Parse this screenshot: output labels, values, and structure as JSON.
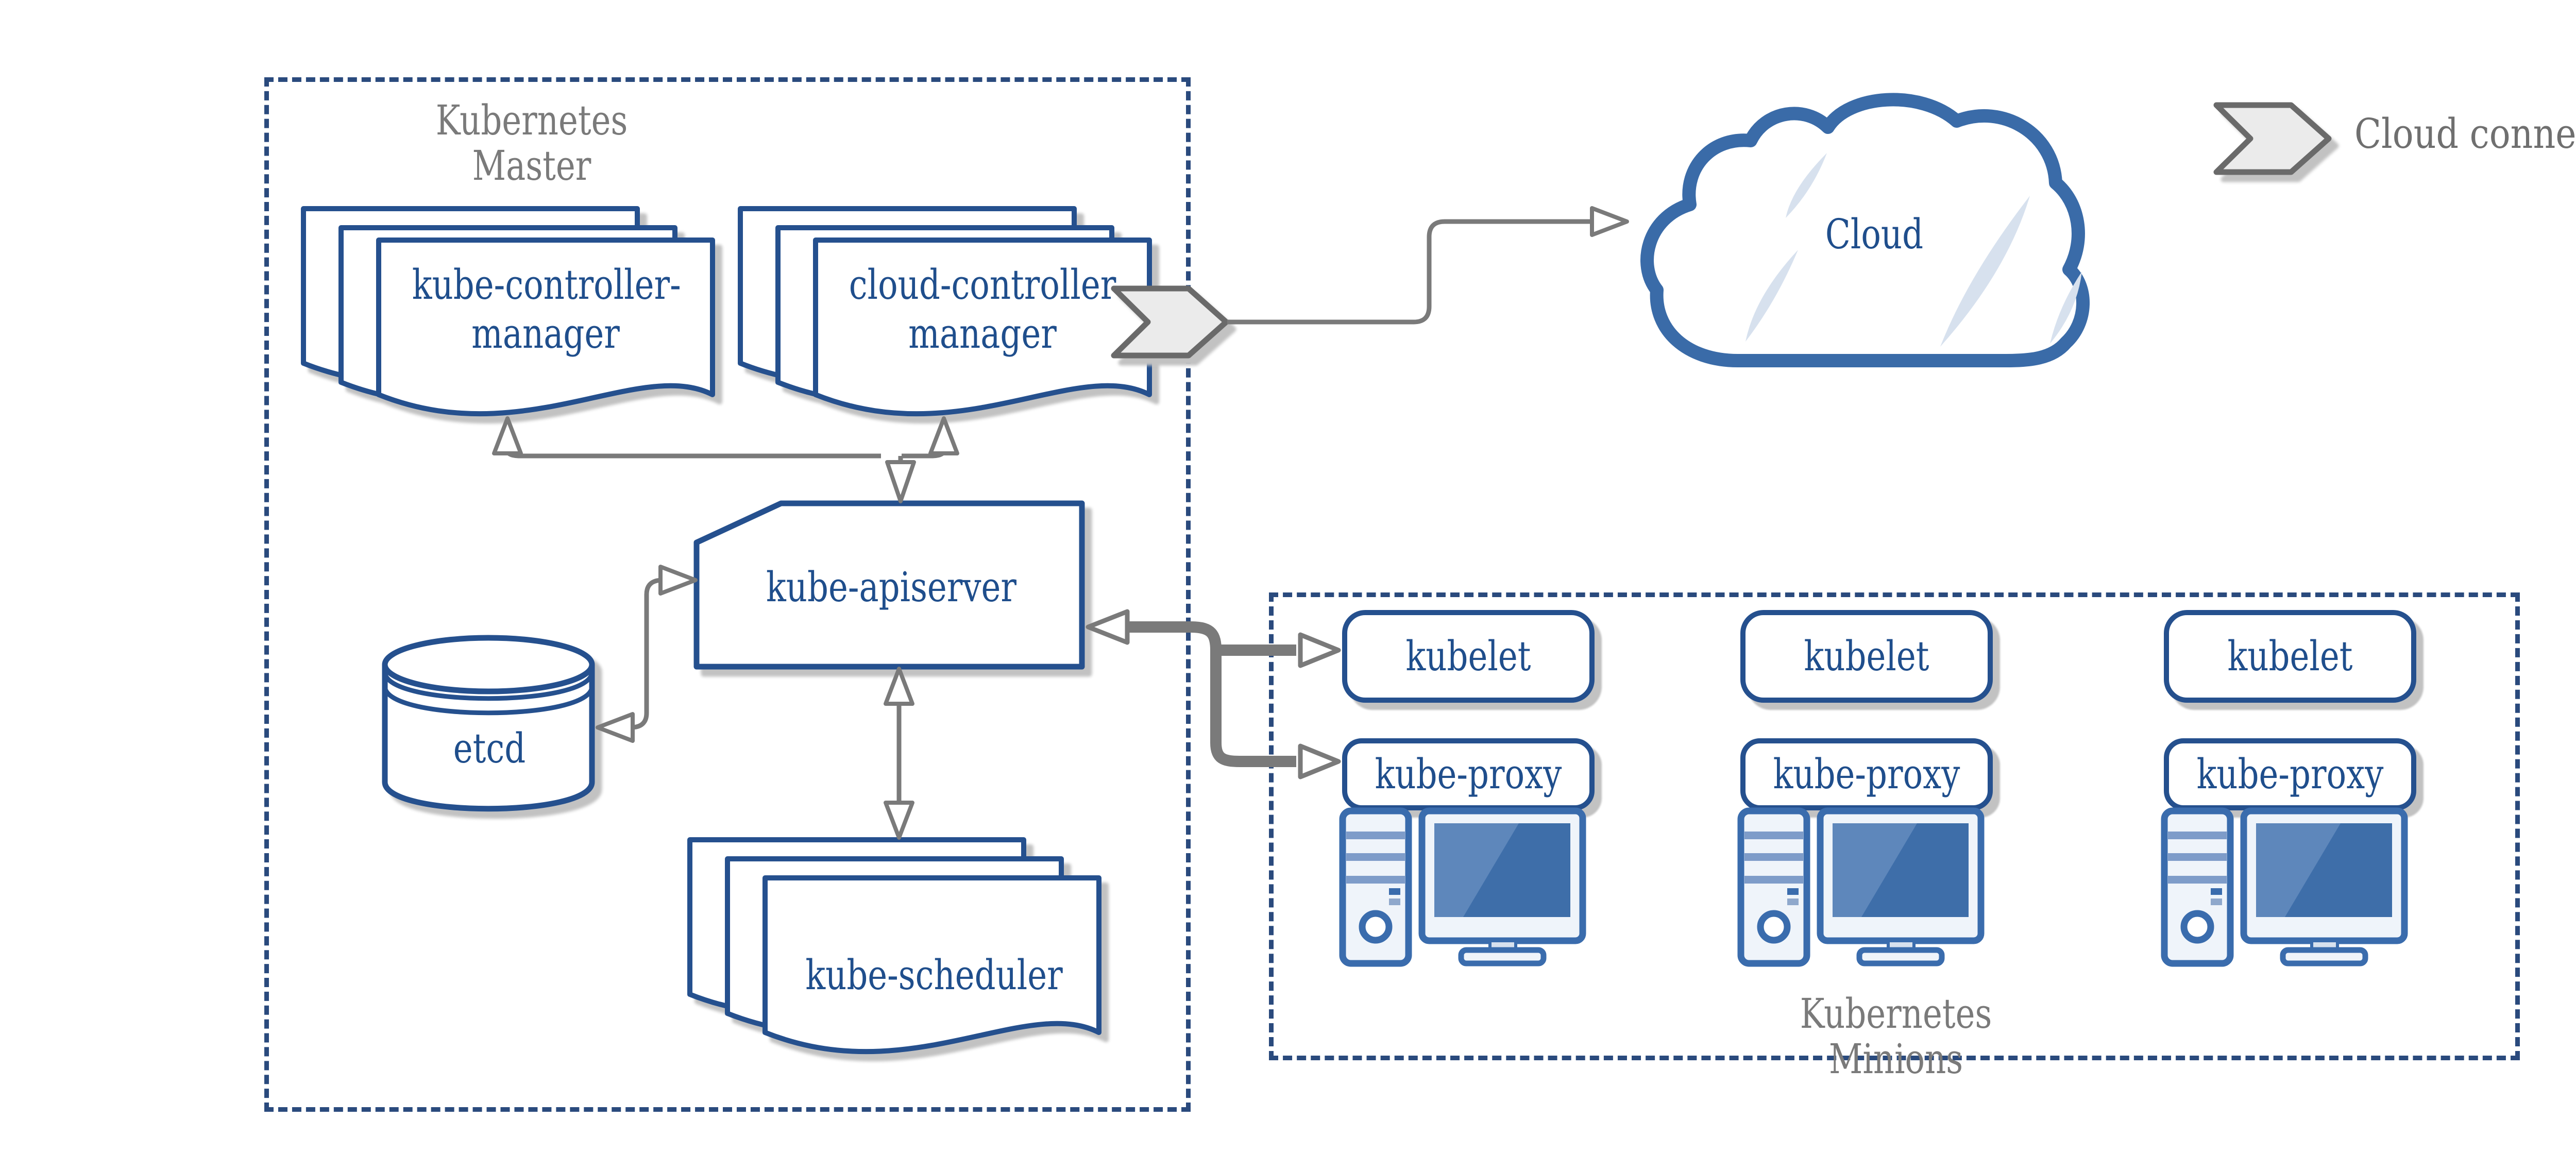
{
  "master": {
    "title_line1": "Kubernetes",
    "title_line2": "Master",
    "kube_controller_manager_line1": "kube-controller-",
    "kube_controller_manager_line2": "manager",
    "cloud_controller_manager_line1": "cloud-controller-",
    "cloud_controller_manager_line2": "manager",
    "kube_apiserver_label": "kube-apiserver",
    "etcd_label": "etcd",
    "kube_scheduler_label": "kube-scheduler"
  },
  "cloud": {
    "label": "Cloud"
  },
  "legend": {
    "label": "Cloud connector",
    "icon": "cloud-connector-chevron"
  },
  "minions": {
    "title_line1": "Kubernetes",
    "title_line2": "Minions",
    "nodes": [
      {
        "kubelet_label": "kubelet",
        "kube_proxy_label": "kube-proxy",
        "icon": "workstation"
      },
      {
        "kubelet_label": "kubelet",
        "kube_proxy_label": "kube-proxy",
        "icon": "workstation"
      },
      {
        "kubelet_label": "kubelet",
        "kube_proxy_label": "kube-proxy",
        "icon": "workstation"
      }
    ]
  },
  "colors": {
    "border_blue": "#25508E",
    "text_blue": "#1F4E8C",
    "dash_blue": "#2A4A7D",
    "device_blue": "#3A6CAD",
    "cloud_blue": "#3A6BA8",
    "screen_blue": "#3E6EA9",
    "screen_glare": "#5E87BB",
    "stripe_blue": "#7E9CC9",
    "streak_blue": "#D7E1EE",
    "gray_text": "#7A7A7A",
    "gray_line": "#7A7A7A",
    "legend_gray": "#6F6F6F",
    "chevron_fill": "#EBEBEB",
    "chevron_stroke": "#6A6A6A",
    "shadow_gray": "#C2C2C2",
    "canvas_bg": "#FFFFFF"
  }
}
